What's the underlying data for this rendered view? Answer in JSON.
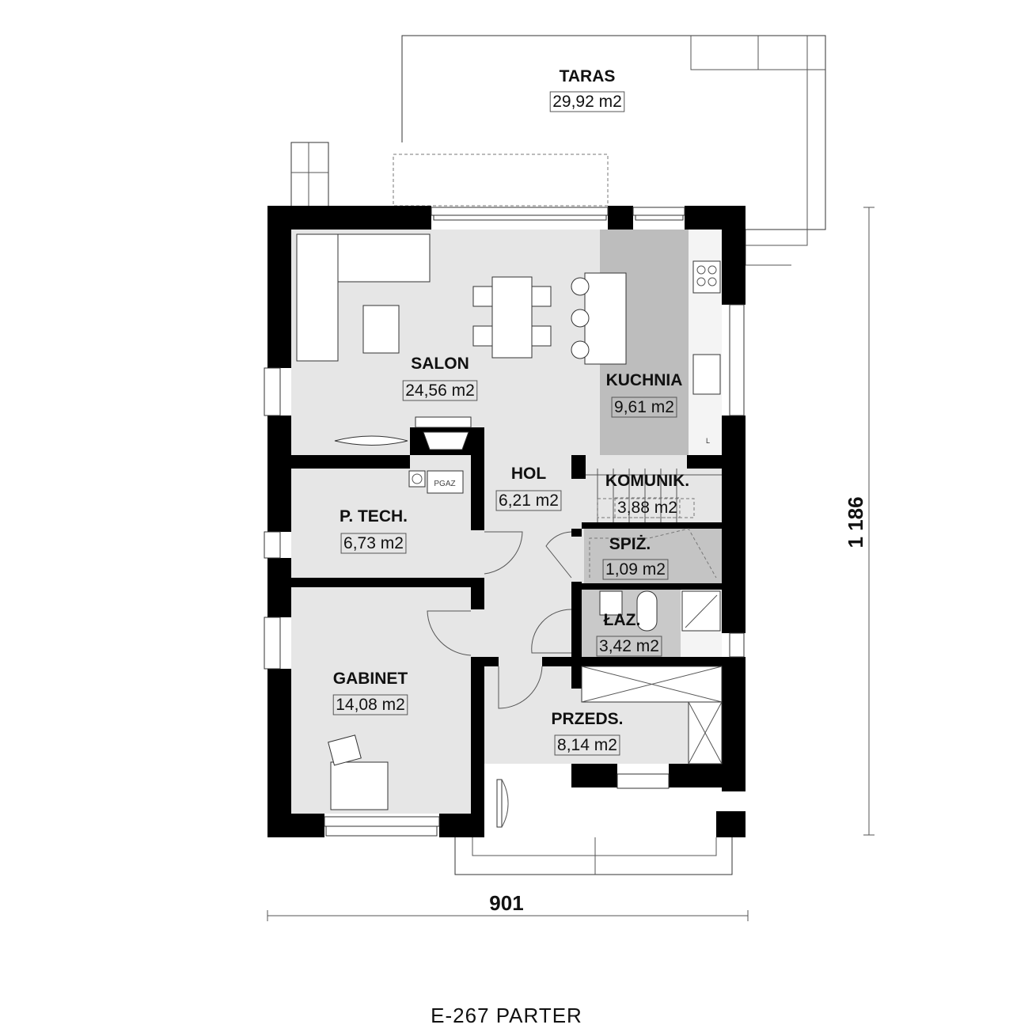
{
  "plan": {
    "title": "E-267 PARTER",
    "width_dim": "901",
    "height_dim": "1 186",
    "boiler_label": "PGAZ",
    "fridge_label": "L"
  },
  "rooms": {
    "taras": {
      "name": "TARAS",
      "area": "29,92 m2"
    },
    "salon": {
      "name": "SALON",
      "area": "24,56 m2"
    },
    "kuchnia": {
      "name": "KUCHNIA",
      "area": "9,61 m2"
    },
    "hol": {
      "name": "HOL",
      "area": "6,21 m2"
    },
    "komunik": {
      "name": "KOMUNIK.",
      "area": "3,88 m2"
    },
    "ptech": {
      "name": "P. TECH.",
      "area": "6,73 m2"
    },
    "spiz": {
      "name": "SPIŻ.",
      "area": "1,09 m2"
    },
    "laz": {
      "name": "ŁAZ.",
      "area": "3,42 m2"
    },
    "gabinet": {
      "name": "GABINET",
      "area": "14,08 m2"
    },
    "przeds": {
      "name": "PRZEDS.",
      "area": "8,14 m2"
    }
  },
  "colors": {
    "wall": "#000000",
    "room": "#e6e6e6",
    "kitchen": "#bdbdbd",
    "pantry": "#c4c4c4",
    "bath": "#c9c9c9"
  }
}
